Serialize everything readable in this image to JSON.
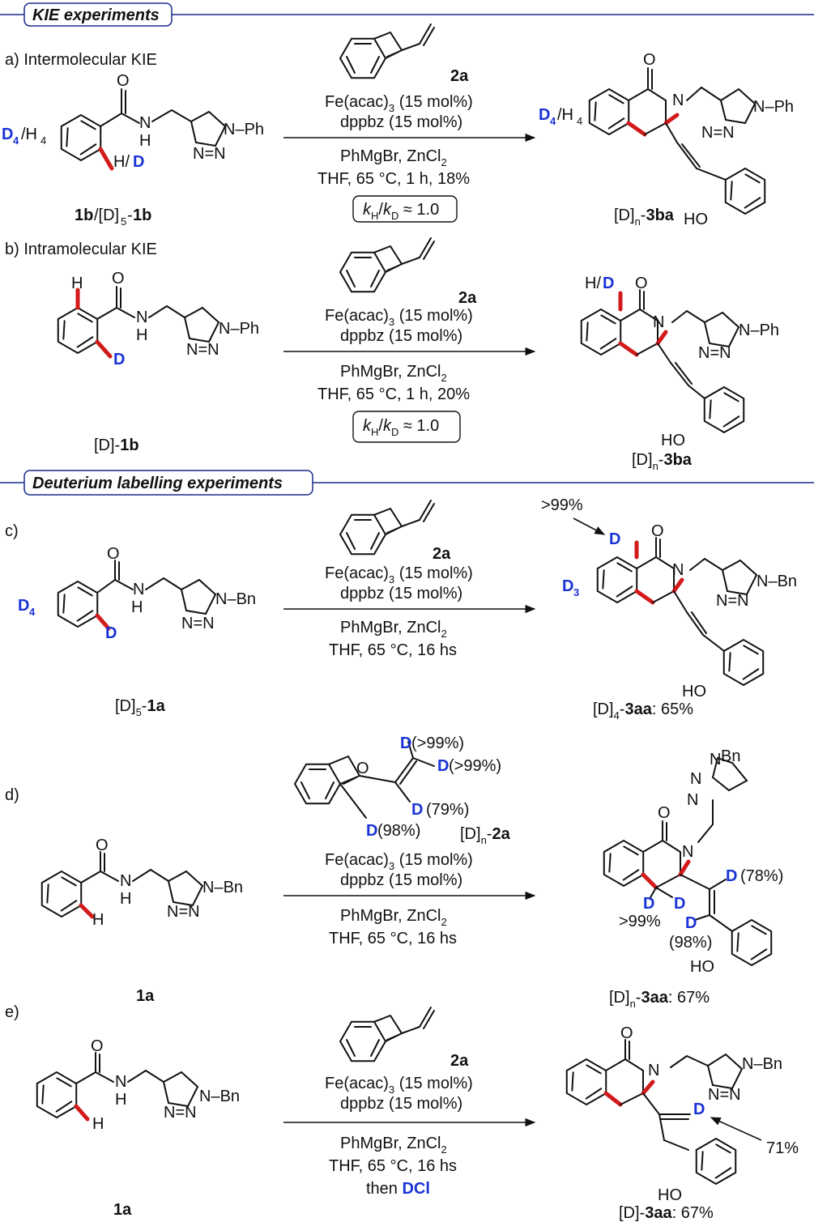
{
  "headers": {
    "kie": "KIE experiments",
    "deut": "Deuterium labelling experiments"
  },
  "panel_a": {
    "label": "a) Intermolecular KIE",
    "sm_D4": "D",
    "sm_D4_sub": "4",
    "sm_H4": "/H",
    "sm_H4_sub": "4",
    "sm_HD_H": "H/",
    "sm_HD_D": "D",
    "sm_name_1": "1b",
    "sm_name_2": "/[D]",
    "sm_name_3": "5",
    "sm_name_4": "-",
    "sm_name_5": "1b",
    "reagent_2a": "2a",
    "cond1": "Fe(acac)",
    "cond1_sub": "3",
    "cond1_tail": " (15 mol%)",
    "cond2": "dppbz (15 mol%)",
    "cond3": "PhMgBr, ZnCl",
    "cond3_sub": "2",
    "cond4": "THF, 65 °C, 1 h, 18%",
    "kie_k": "k",
    "kie_H": "H",
    "kie_slash": "/",
    "kie_D": "D",
    "kie_val": " ≈ 1.0",
    "prod_D4": "D",
    "prod_D4_sub": "4",
    "prod_H4": "/H",
    "prod_H4_sub": "4",
    "prod_name_a": "[D]",
    "prod_name_n": "n",
    "prod_name_b": "-",
    "prod_name_c": "3ba",
    "ho": "HO",
    "ph": "N–Ph"
  },
  "panel_b": {
    "label": "b) Intramolecular KIE",
    "sm_H": "H",
    "sm_D": "D",
    "sm_name_a": "[D]-",
    "sm_name_b": "1b",
    "reagent_2a": "2a",
    "cond4": "THF, 65 °C, 1 h, 20%",
    "prod_HD_H": "H/",
    "prod_HD_D": "D",
    "prod_name_a": "[D]",
    "prod_name_n": "n",
    "prod_name_b": "-",
    "prod_name_c": "3ba",
    "ho": "HO"
  },
  "panel_c": {
    "label": "c)",
    "sm_D4": "D",
    "sm_D4_sub": "4",
    "sm_D": "D",
    "sm_name_a": "[D]",
    "sm_name_5": "5",
    "sm_name_b": "-",
    "sm_name_c": "1a",
    "reagent_2a": "2a",
    "cond4": "THF, 65 °C, 16 hs",
    "pct": ">99%",
    "prod_D": "D",
    "prod_D3": "D",
    "prod_D3_sub": "3",
    "prod_name_a": "[D]",
    "prod_name_4": "4",
    "prod_name_b": "-",
    "prod_name_c": "3aa",
    "prod_name_d": ": 65%",
    "ho": "HO",
    "bn": "N–Bn"
  },
  "panel_d": {
    "label": "d)",
    "sm_H": "H",
    "sm_name": "1a",
    "r_D1": "D",
    "r_D1_pct": " (>99%)",
    "r_D2": "D",
    "r_D2_pct": " (>99%)",
    "r_D3": "D",
    "r_D3_pct": "(79%)",
    "r_D4": "D",
    "r_D4_pct": " (98%)",
    "r_name_a": "[D]",
    "r_name_n": "n",
    "r_name_b": "-",
    "r_name_c": "2a",
    "cond4": "THF, 65 °C, 16 hs",
    "p_D_a": "D",
    "p_D_b": "D",
    "p_gt99": ">99%",
    "p_D78": "D",
    "p_D78_pct": "(78%)",
    "p_D98": "D",
    "p_D98_pct": "(98%)",
    "prod_name_a": "[D]",
    "prod_name_n": "n",
    "prod_name_b": "-",
    "prod_name_c": "3aa",
    "prod_name_d": ": 67%",
    "ho": "HO",
    "bn": "Bn"
  },
  "panel_e": {
    "label": "e)",
    "sm_H": "H",
    "sm_name": "1a",
    "reagent_2a": "2a",
    "cond4": "THF, 65 °C, 16 hs",
    "cond5a": "then ",
    "cond5b": "DCl",
    "p_D": "D",
    "p_pct": "71%",
    "prod_name_a": "[D]-",
    "prod_name_c": "3aa",
    "prod_name_d": ": 67%",
    "ho": "HO"
  },
  "common": {
    "O": "O",
    "N": "N",
    "H": "H",
    "NNN": "N=N",
    "Bn": "N–Bn",
    "Ph": "N–Ph"
  },
  "colors": {
    "deuterium": "#1a33d6",
    "highlight_bond": "#d21a1a",
    "rule": "#1a2b8c"
  }
}
